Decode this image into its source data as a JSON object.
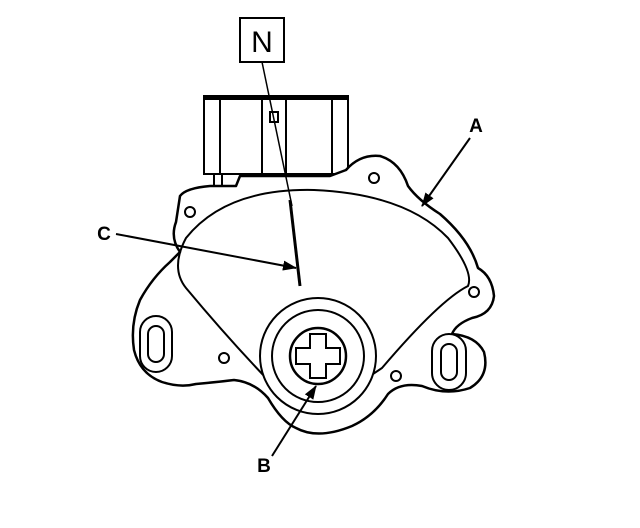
{
  "diagram": {
    "position_box_label": "N",
    "callouts": {
      "a": "A",
      "b": "B",
      "c": "C"
    }
  }
}
